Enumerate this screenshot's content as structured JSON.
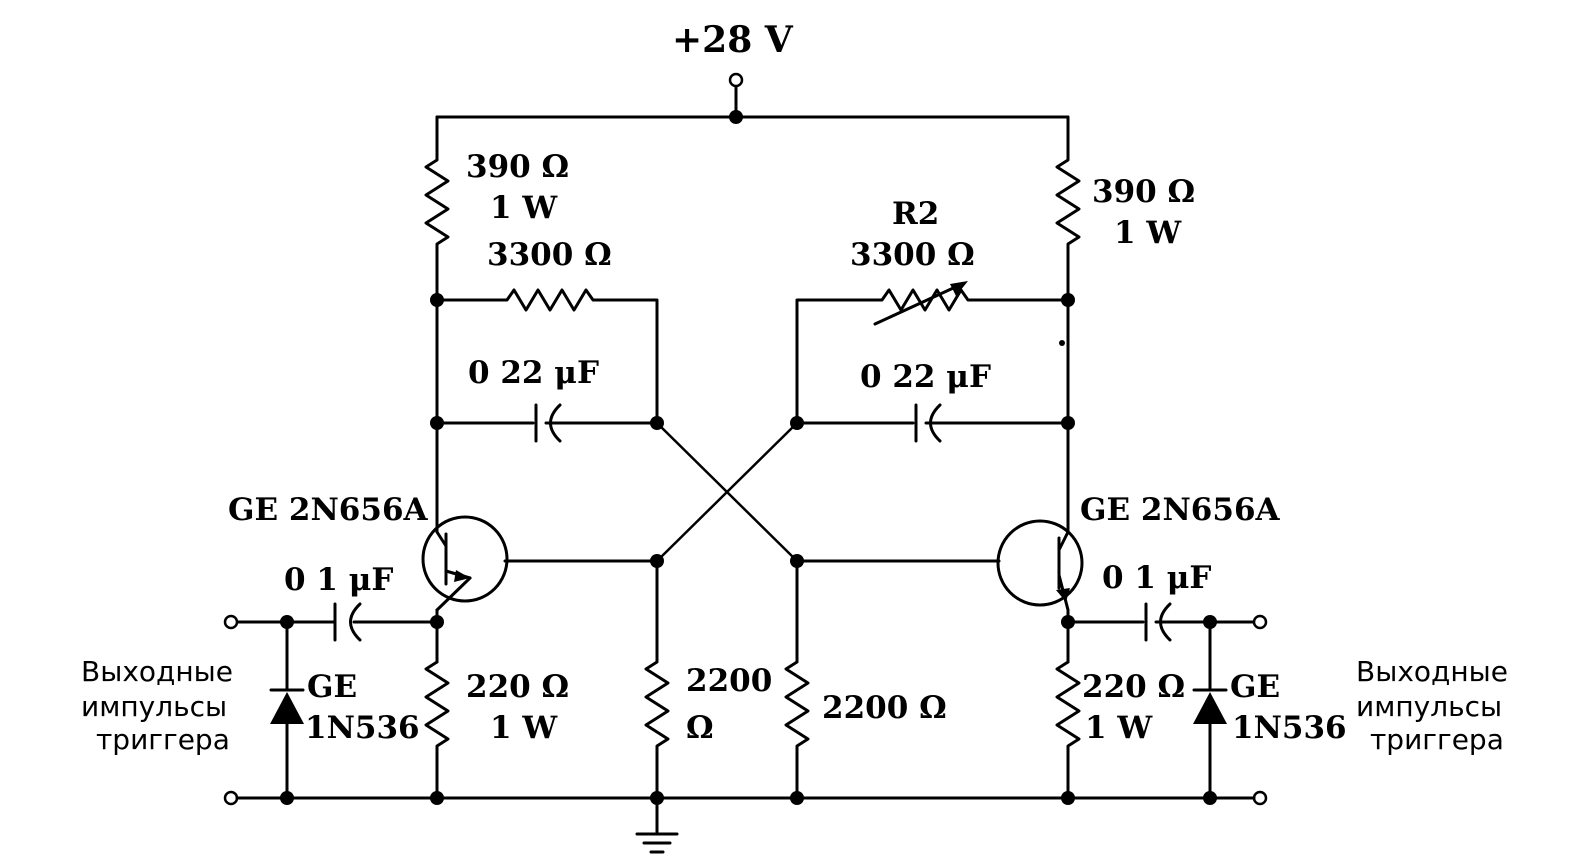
{
  "supply": {
    "label": "+28 V"
  },
  "left": {
    "collector_resistor": {
      "value": "390 Ω",
      "power": "1 W"
    },
    "cross_resistor": {
      "value": "3300 Ω"
    },
    "cross_capacitor": {
      "value": "0 22 μF"
    },
    "transistor": {
      "label": "GE 2N656A"
    },
    "output_capacitor": {
      "value": "0 1 μF"
    },
    "emitter_resistor": {
      "value": "220 Ω",
      "power": "1 W"
    },
    "diode": {
      "line1": "GE",
      "line2": "1N536"
    },
    "output_label": {
      "line1": "Выходные",
      "line2": "импульсы",
      "line3": "триггера"
    }
  },
  "right": {
    "collector_resistor": {
      "value": "390 Ω",
      "power": "1 W"
    },
    "cross_resistor": {
      "name": "R2",
      "value": "3300 Ω"
    },
    "cross_capacitor": {
      "value": "0 22 μF"
    },
    "transistor": {
      "label": "GE 2N656A"
    },
    "output_capacitor": {
      "value": "0 1 μF"
    },
    "emitter_resistor": {
      "value": "220 Ω",
      "power": "1 W"
    },
    "diode": {
      "line1": "GE",
      "line2": "1N536"
    },
    "output_label": {
      "line1": "Выходные",
      "line2": "импульсы",
      "line3": "триггера"
    }
  },
  "bias_resistors": {
    "left": {
      "line1": "2200",
      "line2": "Ω"
    },
    "right": {
      "value": "2200 Ω"
    }
  }
}
